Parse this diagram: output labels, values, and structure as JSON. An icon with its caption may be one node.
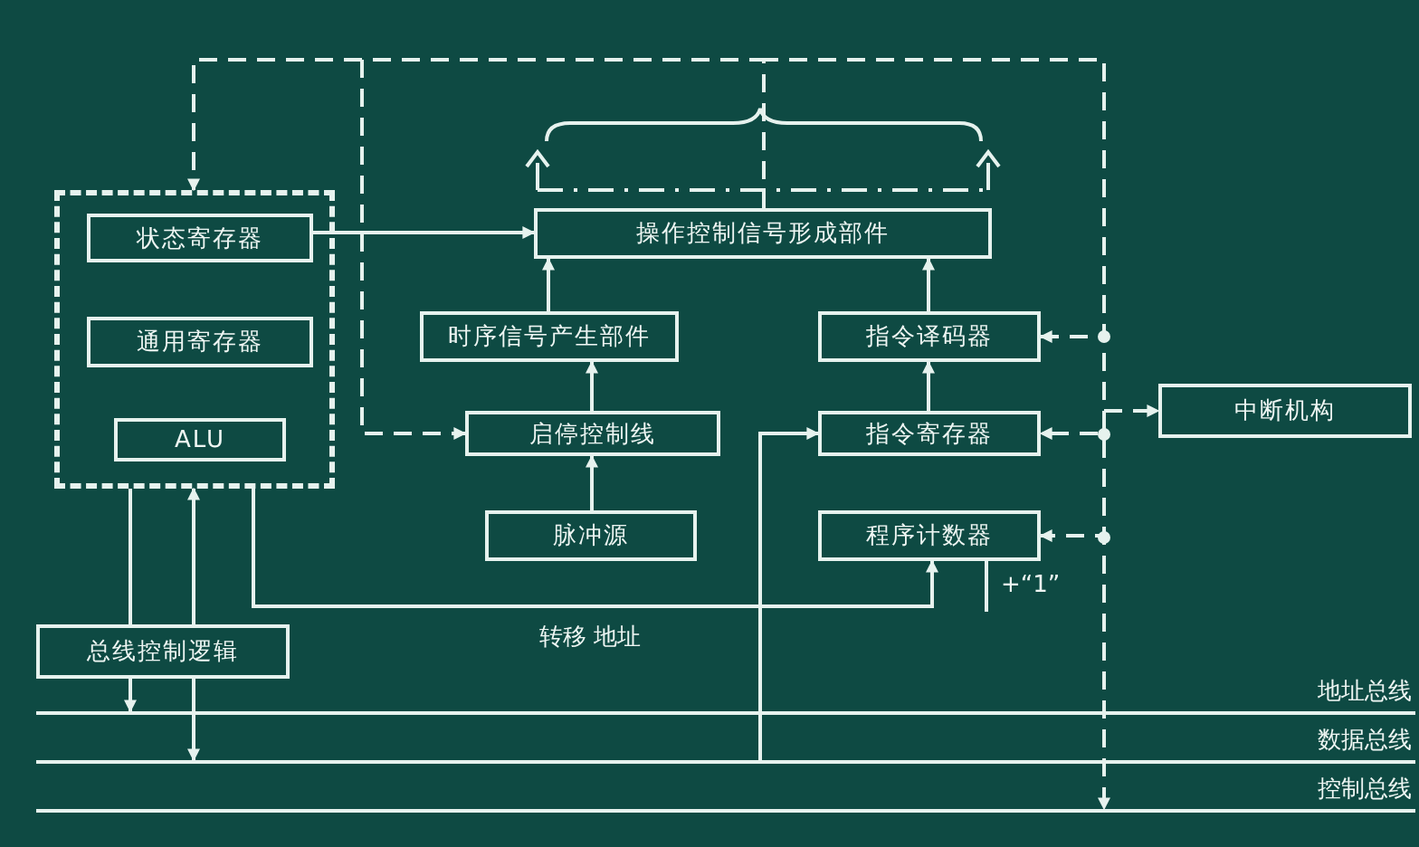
{
  "diagram": {
    "nodes": [
      {
        "text": [],
        "shape": "box"
      },
      {
        "text": [
          "状态寄存器"
        ],
        "in": 0
      },
      {
        "text": [
          "通用寄存器"
        ],
        "in": 0
      },
      {
        "text": [
          "ALU"
        ],
        "in": 0
      },
      {
        "text": [
          "操作控制信号形成部件"
        ]
      },
      {
        "text": [
          "时序信号产生部件"
        ]
      },
      {
        "text": [
          "指令译码器"
        ]
      },
      {
        "text": [
          "启停控制线"
        ]
      },
      {
        "text": [
          "指令寄存器"
        ]
      },
      {
        "text": [
          "中断机构"
        ]
      },
      {
        "text": [
          "脉冲源"
        ]
      },
      {
        "text": [
          "程序计数器"
        ]
      },
      {
        "text": [
          "总线控制逻辑"
        ]
      },
      {
        "text": [
          "地址总线"
        ]
      },
      {
        "text": [
          "数据总线"
        ]
      },
      {
        "text": [
          "控制总线"
        ]
      }
    ],
    "edges": [
      {
        "from": 1,
        "to": 4,
        "arrow": "to"
      },
      {
        "from": 5,
        "to": 4,
        "arrow": "to"
      },
      {
        "from": 6,
        "to": 4,
        "arrow": "to"
      },
      {
        "from": 7,
        "to": 5,
        "arrow": "to"
      },
      {
        "from": 10,
        "to": 7,
        "arrow": "to"
      },
      {
        "from": 8,
        "to": 6,
        "arrow": "to"
      },
      {
        "from": 0,
        "to": 11,
        "arrow": "to",
        "label": "转移 地址"
      },
      {
        "from": 14,
        "to": 8,
        "arrow": "to"
      },
      {
        "from": 0,
        "to": 12,
        "arrow": "none"
      },
      {
        "from": 12,
        "to": 13,
        "arrow": "to"
      },
      {
        "from": 12,
        "to": 0,
        "arrow": "to"
      },
      {
        "from": 12,
        "to": 14,
        "arrow": "to"
      },
      {
        "from": 11,
        "to": null,
        "arrow": "none",
        "label": "+“1”"
      },
      {
        "from": 4,
        "to": 0,
        "arrow": "to",
        "style": "dashed"
      },
      {
        "from": 4,
        "to": 7,
        "arrow": "to",
        "style": "dashed"
      },
      {
        "from": 4,
        "to": 6,
        "arrow": "to",
        "style": "dashed"
      },
      {
        "from": 4,
        "to": 8,
        "arrow": "to",
        "style": "dashed"
      },
      {
        "from": 4,
        "to": 11,
        "arrow": "to",
        "style": "dashed"
      },
      {
        "from": 4,
        "to": 9,
        "arrow": "to",
        "style": "dashed"
      },
      {
        "from": 4,
        "to": 15,
        "arrow": "to",
        "style": "dashed"
      }
    ]
  }
}
